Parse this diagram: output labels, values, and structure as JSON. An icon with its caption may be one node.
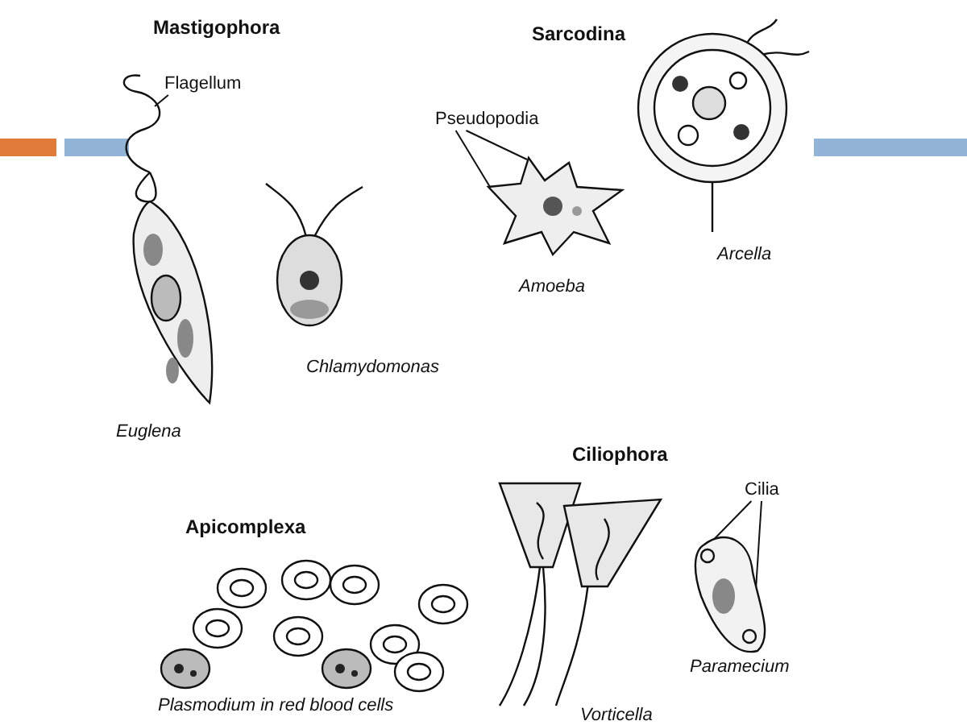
{
  "diagram": {
    "nodes": [
      {
        "text": [
          "Flagellum"
        ]
      },
      {
        "text": [],
        "shape": "picture",
        "beside": [
          "Euglena"
        ]
      },
      {
        "text": [],
        "shape": "picture",
        "beside": [
          "Chlamydomonas"
        ]
      },
      {
        "text": [
          "Pseudopodia"
        ]
      },
      {
        "text": [],
        "shape": "picture",
        "beside": [
          "Amoeba"
        ]
      },
      {
        "text": [],
        "shape": "picture",
        "beside": [
          "Arcella"
        ]
      },
      {
        "text": [],
        "shape": "picture",
        "beside": [
          "Vorticella"
        ]
      },
      {
        "text": [
          "Cilia"
        ]
      },
      {
        "text": [],
        "shape": "picture",
        "beside": [
          "Paramecium"
        ]
      },
      {
        "text": [],
        "shape": "picture",
        "beside": [
          "Plasmodium in red blood cells"
        ]
      }
    ],
    "edges": [
      {
        "from": 0,
        "to": 1,
        "arrow": "none"
      },
      {
        "from": 3,
        "to": 4,
        "arrow": "none"
      },
      {
        "from": 3,
        "to": 4,
        "arrow": "none"
      },
      {
        "from": 7,
        "to": 8,
        "arrow": "none"
      },
      {
        "from": 7,
        "to": 8,
        "arrow": "none"
      }
    ],
    "labels": [
      "Mastigophora",
      "Sarcodina",
      "Ciliophora",
      "Apicomplexa"
    ]
  }
}
